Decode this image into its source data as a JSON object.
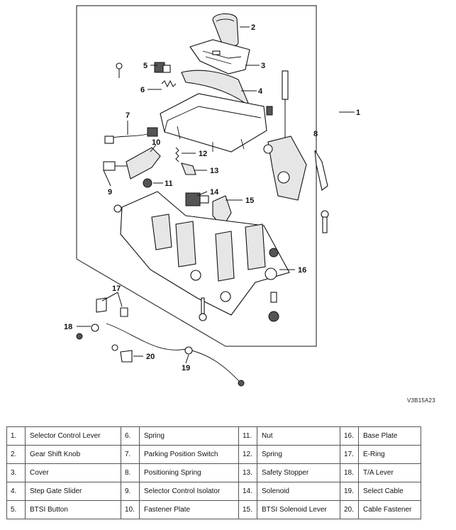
{
  "figure_code": "V3B15A23",
  "callouts": [
    "1",
    "2",
    "3",
    "4",
    "5",
    "6",
    "7",
    "8",
    "9",
    "10",
    "11",
    "12",
    "13",
    "14",
    "15",
    "16",
    "17",
    "18",
    "19",
    "20"
  ],
  "legend": [
    [
      {
        "num": "1.",
        "name": "Selector Control Lever"
      },
      {
        "num": "6.",
        "name": "Spring"
      },
      {
        "num": "11.",
        "name": "Nut"
      },
      {
        "num": "16.",
        "name": "Base Plate"
      }
    ],
    [
      {
        "num": "2.",
        "name": "Gear Shift Knob"
      },
      {
        "num": "7.",
        "name": "Parking Position Switch"
      },
      {
        "num": "12.",
        "name": "Spring"
      },
      {
        "num": "17.",
        "name": "E-Ring"
      }
    ],
    [
      {
        "num": "3.",
        "name": "Cover"
      },
      {
        "num": "8.",
        "name": "Positioning Spring"
      },
      {
        "num": "13.",
        "name": "Safety Stopper"
      },
      {
        "num": "18.",
        "name": "T/A Lever"
      }
    ],
    [
      {
        "num": "4.",
        "name": "Step Gate Slider"
      },
      {
        "num": "9.",
        "name": "Selector Control Isolator"
      },
      {
        "num": "14.",
        "name": "Solenoid"
      },
      {
        "num": "19.",
        "name": "Select Cable"
      }
    ],
    [
      {
        "num": "5.",
        "name": "BTSI Button"
      },
      {
        "num": "10.",
        "name": "Fastener Plate"
      },
      {
        "num": "15.",
        "name": "BTSI Solenoid Lever"
      },
      {
        "num": "20.",
        "name": "Cable Fastener"
      }
    ]
  ]
}
